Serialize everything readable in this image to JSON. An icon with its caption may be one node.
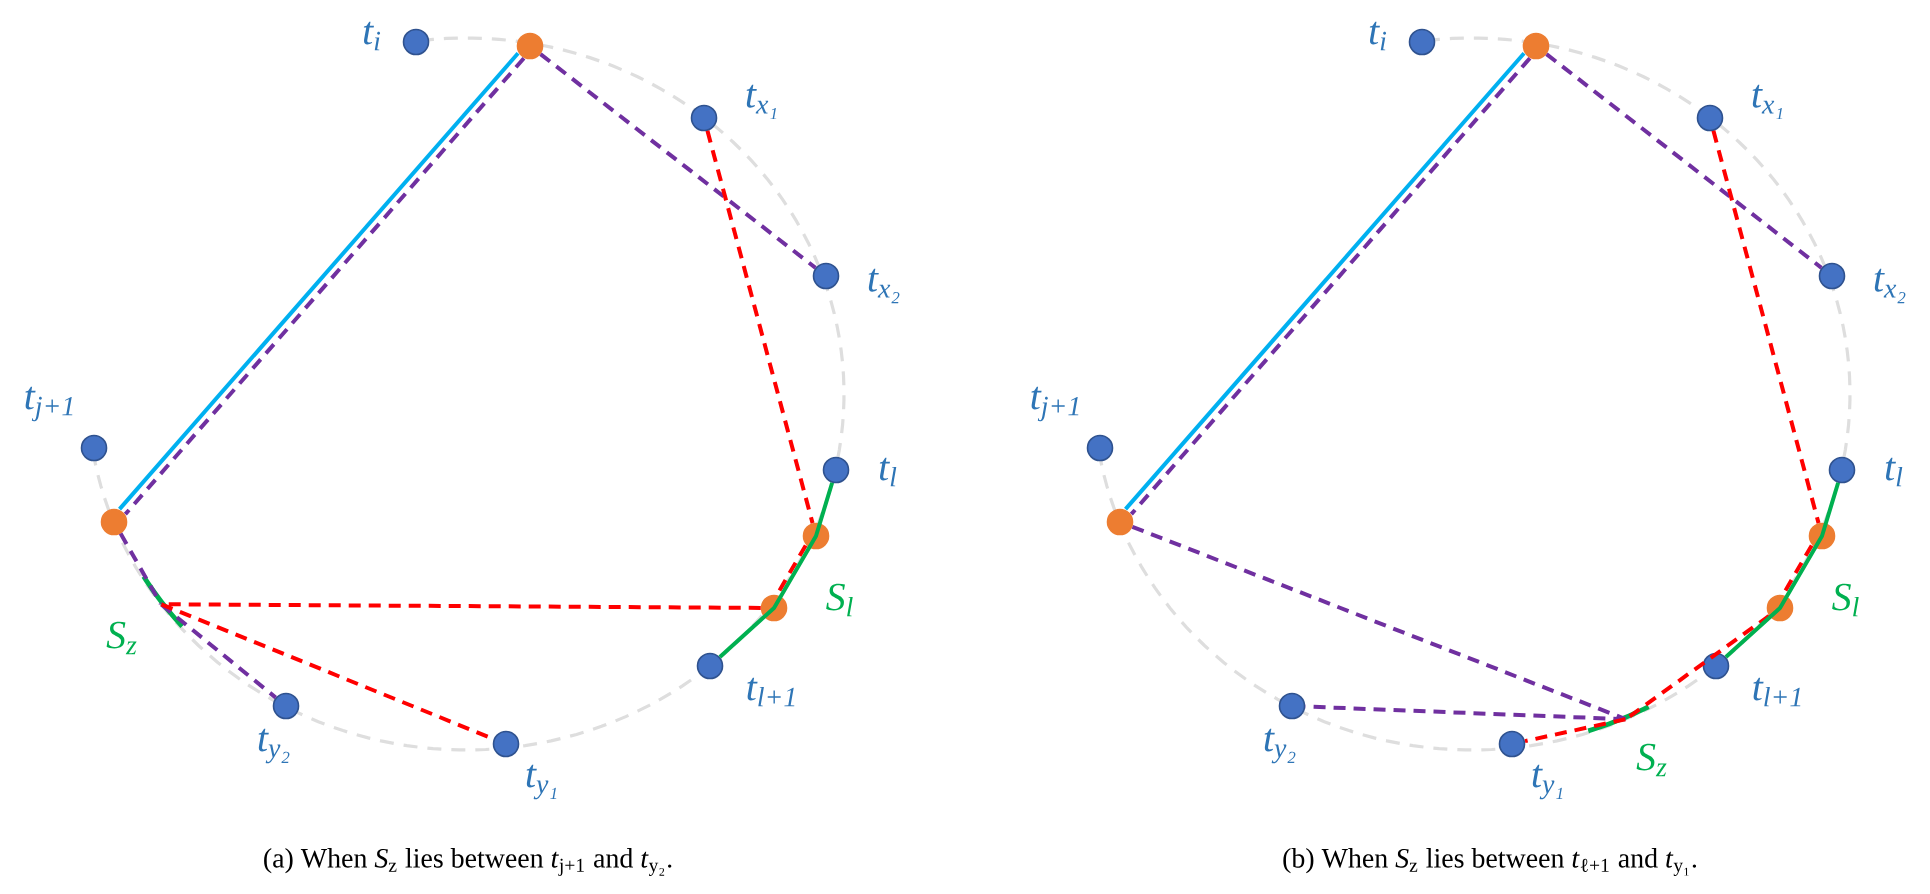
{
  "diagram": {
    "nodes": [
      {
        "text": [],
        "shape": "circle",
        "beside": [
          "t$_{i}$"
        ]
      },
      {
        "text": [],
        "shape": "circle"
      },
      {
        "text": [],
        "shape": "circle",
        "beside": [
          "t$_{x₁}$"
        ]
      },
      {
        "text": [],
        "shape": "circle",
        "beside": [
          "t$_{x₂}$"
        ]
      },
      {
        "text": [],
        "shape": "circle",
        "beside": [
          "t$_{j+1}$"
        ]
      },
      {
        "text": [],
        "shape": "circle",
        "beside": [
          "t$_{l}$"
        ]
      },
      {
        "text": [],
        "shape": "circle"
      },
      {
        "text": [],
        "shape": "circle"
      },
      {
        "text": [],
        "shape": "circle"
      },
      {
        "text": [],
        "shape": "arc",
        "beside": [
          "S$_{z}$"
        ]
      },
      {
        "text": [],
        "shape": "circle",
        "beside": [
          "t$_{l+1}$"
        ]
      },
      {
        "text": [],
        "shape": "circle",
        "beside": [
          "t$_{y₂}$"
        ]
      },
      {
        "text": [],
        "shape": "circle",
        "beside": [
          "t$_{y₁}$"
        ]
      },
      {
        "text": [],
        "shape": "circle",
        "beside": [
          "t$_{i}$"
        ]
      },
      {
        "text": [],
        "shape": "circle"
      },
      {
        "text": [],
        "shape": "circle",
        "beside": [
          "t$_{x₁}$"
        ]
      },
      {
        "text": [],
        "shape": "circle",
        "beside": [
          "t$_{x₂}$"
        ]
      },
      {
        "text": [],
        "shape": "circle",
        "beside": [
          "t$_{j+1}$"
        ]
      },
      {
        "text": [],
        "shape": "circle",
        "beside": [
          "t$_{l}$"
        ]
      },
      {
        "text": [],
        "shape": "circle"
      },
      {
        "text": [],
        "shape": "circle"
      },
      {
        "text": [],
        "shape": "circle"
      },
      {
        "text": [],
        "shape": "arc",
        "beside": [
          "S$_{z}$"
        ]
      },
      {
        "text": [],
        "shape": "circle",
        "beside": [
          "t$_{l+1}$"
        ]
      },
      {
        "text": [],
        "shape": "circle",
        "beside": [
          "t$_{y₂}$"
        ]
      },
      {
        "text": [],
        "shape": "circle",
        "beside": [
          "t$_{y₁}$"
        ]
      }
    ],
    "edges": [
      {
        "from": 1,
        "to": 6,
        "arrow": "none",
        "color": "#00b0f0"
      },
      {
        "from": 1,
        "to": 6,
        "arrow": "none",
        "style": "dashed",
        "color": "#7030a0"
      },
      {
        "from": 1,
        "to": 3,
        "arrow": "none",
        "style": "dashed",
        "color": "#7030a0"
      },
      {
        "from": 6,
        "to": 9,
        "arrow": "none",
        "style": "dashed",
        "color": "#7030a0"
      },
      {
        "from": 9,
        "to": 11,
        "arrow": "none",
        "style": "dashed",
        "color": "#7030a0"
      },
      {
        "from": 2,
        "to": 7,
        "arrow": "none",
        "style": "dashed",
        "color": "#ff0000"
      },
      {
        "from": 7,
        "to": 8,
        "arrow": "none",
        "style": "dashed",
        "color": "#ff0000"
      },
      {
        "from": 8,
        "to": 9,
        "arrow": "none",
        "style": "dashed",
        "color": "#ff0000"
      },
      {
        "from": 9,
        "to": 12,
        "arrow": "none",
        "style": "dashed",
        "color": "#ff0000"
      },
      {
        "from": 5,
        "to": 10,
        "arrow": "none",
        "label": "S$_{l}$",
        "color": "#00b050"
      },
      {
        "from": 14,
        "to": 19,
        "arrow": "none",
        "color": "#00b0f0"
      },
      {
        "from": 14,
        "to": 19,
        "arrow": "none",
        "style": "dashed",
        "color": "#7030a0"
      },
      {
        "from": 14,
        "to": 16,
        "arrow": "none",
        "style": "dashed",
        "color": "#7030a0"
      },
      {
        "from": 19,
        "to": 22,
        "arrow": "none",
        "style": "dashed",
        "color": "#7030a0"
      },
      {
        "from": 22,
        "to": 24,
        "arrow": "none",
        "style": "dashed",
        "color": "#7030a0"
      },
      {
        "from": 15,
        "to": 20,
        "arrow": "none",
        "style": "dashed",
        "color": "#ff0000"
      },
      {
        "from": 20,
        "to": 21,
        "arrow": "none",
        "style": "dashed",
        "color": "#ff0000"
      },
      {
        "from": 21,
        "to": 22,
        "arrow": "none",
        "style": "dashed",
        "color": "#ff0000"
      },
      {
        "from": 22,
        "to": 25,
        "arrow": "none",
        "style": "dashed",
        "color": "#ff0000"
      },
      {
        "from": 18,
        "to": 23,
        "arrow": "none",
        "label": "S$_{l}$",
        "color": "#00b050"
      }
    ],
    "labels": [
      "(a) When *S*$_{z}$ lies between *t*$_{j+1}$ and *t*$_{y₂}$.",
      "(b) When *S*$_{z}$ lies between *t*$_{ℓ+1}$ and *t*$_{y₁}$."
    ]
  }
}
